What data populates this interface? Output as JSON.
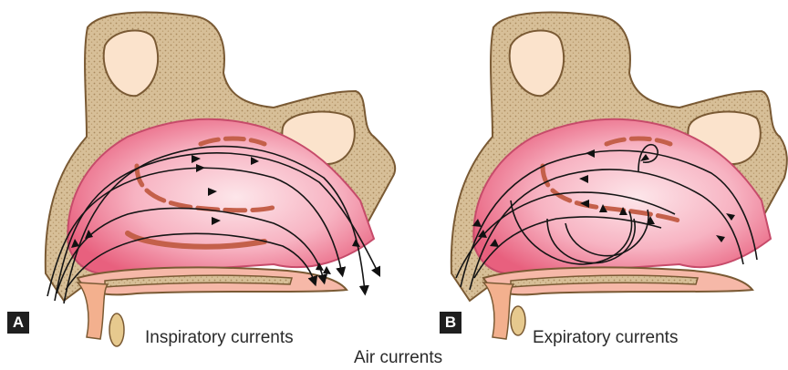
{
  "figure": {
    "title": "Air currents",
    "panels": [
      {
        "letter": "A",
        "caption": "Inspiratory currents"
      },
      {
        "letter": "B",
        "caption": "Expiratory currents"
      }
    ]
  },
  "colors": {
    "bone_fill": "#d9c39f",
    "bone_outline": "#7a5a34",
    "mucosa": "#f3a7b6",
    "mucosa_deep": "#e9607f",
    "sinus_fill": "#fbe3cc",
    "turbinate_line": "#c4604a",
    "flow_line": "#1a1a1a"
  }
}
